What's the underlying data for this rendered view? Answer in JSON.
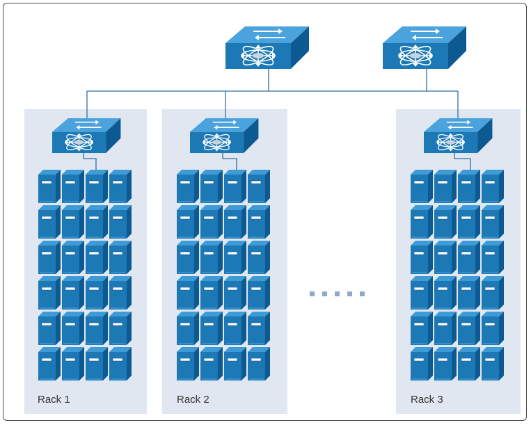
{
  "diagram": {
    "racks": [
      {
        "label": "Rack 1"
      },
      {
        "label": "Rack 2"
      },
      {
        "label": "Rack 3"
      }
    ],
    "core_switch_count": 2,
    "server_grid": {
      "rows": 6,
      "columns": 4
    },
    "colors": {
      "rack_background": "#e1e7f1",
      "device_front": "#1c79b6",
      "device_top": "#3e9bd6",
      "device_side": "#0d5a92",
      "link_line": "#2f6ea3",
      "frame_border": "#4a4a4a",
      "ellipsis_dots": "#8fa9cb"
    },
    "icons": {
      "core_switch": "multilayer-switch-icon",
      "access_switch": "multilayer-switch-icon",
      "server": "server-icon"
    }
  }
}
